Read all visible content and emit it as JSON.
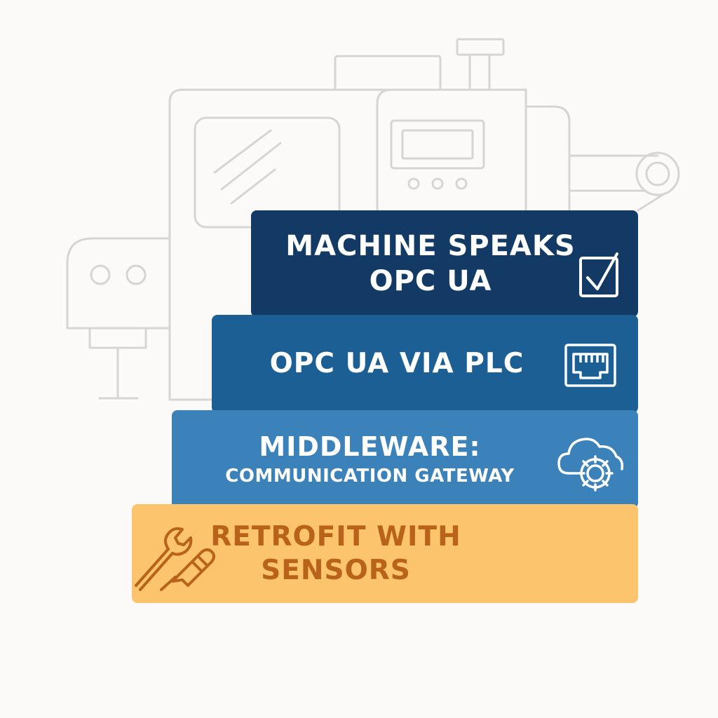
{
  "tiers": [
    {
      "label": "MACHINE SPEAKS OPC UA",
      "icon": "checkbox-icon",
      "color": "#123a65",
      "text_color": "#ffffff"
    },
    {
      "label": "OPC UA VIA PLC",
      "icon": "ethernet-port-icon",
      "color": "#1b5f95",
      "text_color": "#ffffff"
    },
    {
      "label": "MIDDLEWARE:",
      "sublabel": "COMMUNICATION GATEWAY",
      "icon": "cloud-gear-icon",
      "color": "#3a82b9",
      "text_color": "#ffffff"
    },
    {
      "label": "RETROFIT WITH SENSORS",
      "icon": "wrench-sensor-icon",
      "color": "#fcc46d",
      "text_color": "#b8621a"
    }
  ],
  "background": {
    "icon": "industrial-machine-outline",
    "line_color": "#d5d5d5"
  }
}
